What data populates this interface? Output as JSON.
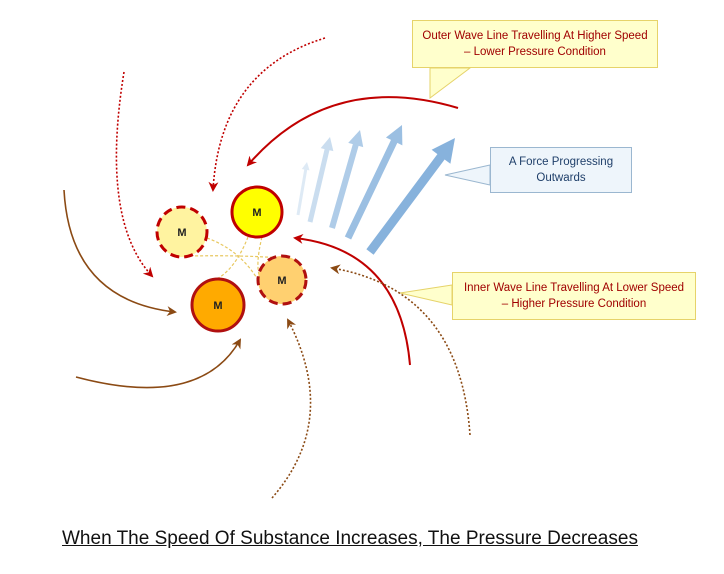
{
  "callouts": {
    "outer": {
      "line1": "Outer Wave Line Travelling At Higher Speed",
      "line2": "– Lower Pressure Condition"
    },
    "force": {
      "line1": "A Force Progressing",
      "line2": "Outwards"
    },
    "inner": {
      "line1": "Inner Wave Line Travelling At Lower Speed",
      "line2": "– Higher Pressure Condition"
    }
  },
  "molecules": [
    "M",
    "M",
    "M",
    "M"
  ],
  "caption": "When The Speed Of Substance Increases, The Pressure Decreases",
  "colors": {
    "red": "#c00000",
    "brown": "#8b4a14",
    "blue_arrow": "#7aaad8",
    "callout_yellow": "#ffffcc",
    "callout_blue": "#eef5fb"
  }
}
